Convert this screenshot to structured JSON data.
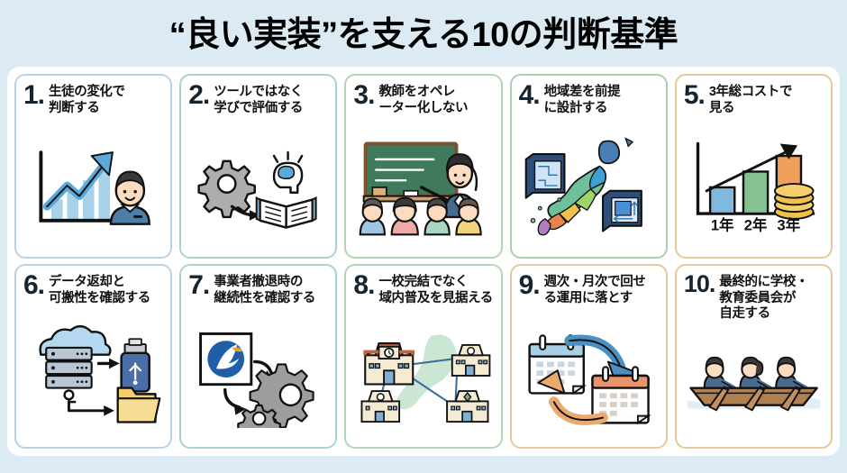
{
  "header": {
    "title": "“良い実装”を支える10の判断基準"
  },
  "cards": [
    {
      "number": "1.",
      "text": "生徒の変化で\n判断する",
      "text_line1": "生徒の変化で",
      "text_line2": "判断する",
      "accent": "#b8d2e4",
      "icon": "growth-chart-student-icon"
    },
    {
      "number": "2.",
      "text": "ツールではなく\n学びで評価する",
      "text_line1": "ツールではなく",
      "text_line2": "学びで評価する",
      "accent": "#a9d2d2",
      "icon": "gear-to-book-brain-icon"
    },
    {
      "number": "3.",
      "text": "教師をオペレ\nーター化しない",
      "text_line1": "教師をオペレ",
      "text_line2": "ーター化しない",
      "accent": "#b2d6b8",
      "icon": "classroom-teacher-icon"
    },
    {
      "number": "4.",
      "text": "地域差を前提\nに設計する",
      "text_line1": "地域差を前提",
      "text_line2": "に設計する",
      "accent": "#a9cfae",
      "icon": "japan-map-blueprint-icon"
    },
    {
      "number": "5.",
      "text": "3年総コストで\n見る",
      "text_line1": "3年総コストで",
      "text_line2": "見る",
      "accent": "#e8c79a",
      "icon": "bar-chart-coins-icon"
    },
    {
      "number": "6.",
      "text": "データ返却と\n可搬性を確認する",
      "text_line1": "データ返却と",
      "text_line2": "可搬性を確認する",
      "accent": "#b8d2e4",
      "icon": "cloud-server-usb-folder-icon"
    },
    {
      "number": "7.",
      "text": "事業者撤退時の\n継続性を確認する",
      "text_line1": "事業者撤退時の",
      "text_line2": "継続性を確認する",
      "accent": "#a9d2d2",
      "icon": "vendor-logo-gears-icon"
    },
    {
      "number": "8.",
      "text": "一校完結でなく\n域内普及を見据える",
      "text_line1": "一校完結でなく",
      "text_line2": "域内普及を見据える",
      "accent": "#b2d6b8",
      "icon": "connected-schools-map-icon"
    },
    {
      "number": "9.",
      "text": "週次・月次で回せ\nる運用に落とす",
      "text_line1": "週次・月次で回せ",
      "text_line2": "る運用に落とす",
      "accent": "#e8c79a",
      "icon": "calendar-cycle-icon"
    },
    {
      "number": "10.",
      "text": "最終的に学校・\n教育委員会が\n自走する",
      "text_line1": "最終的に学校・",
      "text_line2": "教育委員会が",
      "text_line3": "自走する",
      "accent": "#e8c79a",
      "icon": "rowing-team-boat-icon"
    }
  ],
  "chart_data": [
    {
      "type": "bar",
      "card": "1.",
      "title": "生徒の変化で判断する",
      "categories": [
        "",
        "",
        "",
        "",
        ""
      ],
      "values": [
        18,
        34,
        46,
        62,
        80
      ],
      "series_note": "rising trend arrow overlay",
      "ylabel": "",
      "xlabel": "",
      "colors": [
        "#a8d1ea"
      ]
    },
    {
      "type": "bar",
      "card": "5.",
      "title": "3年総コストで見る",
      "categories": [
        "1年",
        "2年",
        "3年"
      ],
      "values": [
        30,
        58,
        88
      ],
      "ylim": [
        0,
        100
      ],
      "ylabel": "",
      "xlabel": "",
      "colors": [
        "#7fb9dd",
        "#86c291",
        "#f0a05a"
      ],
      "annotations": [
        "upward trend arrow",
        "stacked coins"
      ]
    }
  ],
  "palette": {
    "page_background": "#dceaf4",
    "panel_background": "#ffffff",
    "number_color": "#16242f",
    "text_color": "#101010",
    "blue": "#7fb9dd",
    "green": "#86c291",
    "orange": "#f0a05a",
    "teal": "#a9d2d2"
  }
}
